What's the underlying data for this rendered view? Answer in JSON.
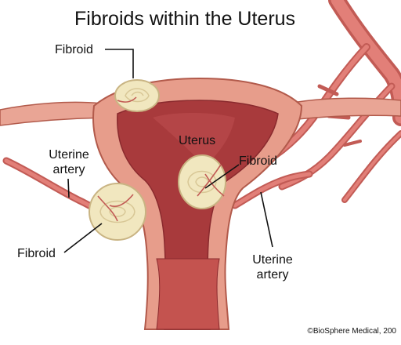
{
  "title": "Fibroids within the Uterus",
  "labels": {
    "fibroid_top": "Fibroid",
    "uterus": "Uterus",
    "uterine_artery_left": [
      "Uterine",
      "artery"
    ],
    "fibroid_right": "Fibroid",
    "fibroid_left": "Fibroid",
    "uterine_artery_right": [
      "Uterine",
      "artery"
    ]
  },
  "credit": "©BioSphere Medical, 200",
  "colors": {
    "tissue": "#e79d8b",
    "tissue_edge": "#b25a4b",
    "cavity": "#a83a3c",
    "artery": "#d9706a",
    "fibroid": "#f1e7bf",
    "fibroid_edge": "#c9b483"
  }
}
